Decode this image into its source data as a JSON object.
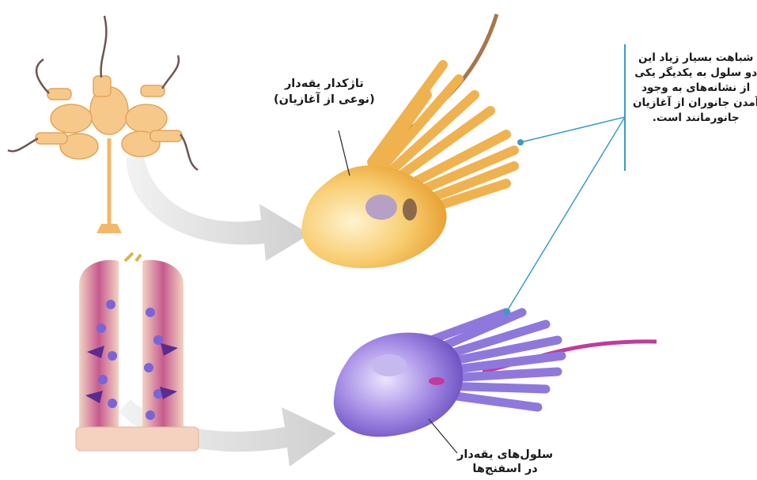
{
  "labels": {
    "choanoflagellate": [
      "تاژکدار یقه‌دار",
      "(نوعی از آغازیان)"
    ],
    "sponge_cells": [
      "سلول‌های یقه‌دار",
      "در اسفنج‌ها"
    ],
    "similarity_note": [
      "شباهت بسیار زیاد این",
      "دو سلول به یکدیگر یکی",
      "از نشانه‌های به وجود",
      "آمدن جانوران از آغازیان",
      "جانورمانند است."
    ]
  },
  "colors": {
    "choanoflagellate_body": "#f7c869",
    "collar_cell_body": "#8d72d6",
    "connector_line": "#3b9cc4",
    "arrow": "#d8d8d8",
    "sponge_wall": "#e7b7a2"
  }
}
